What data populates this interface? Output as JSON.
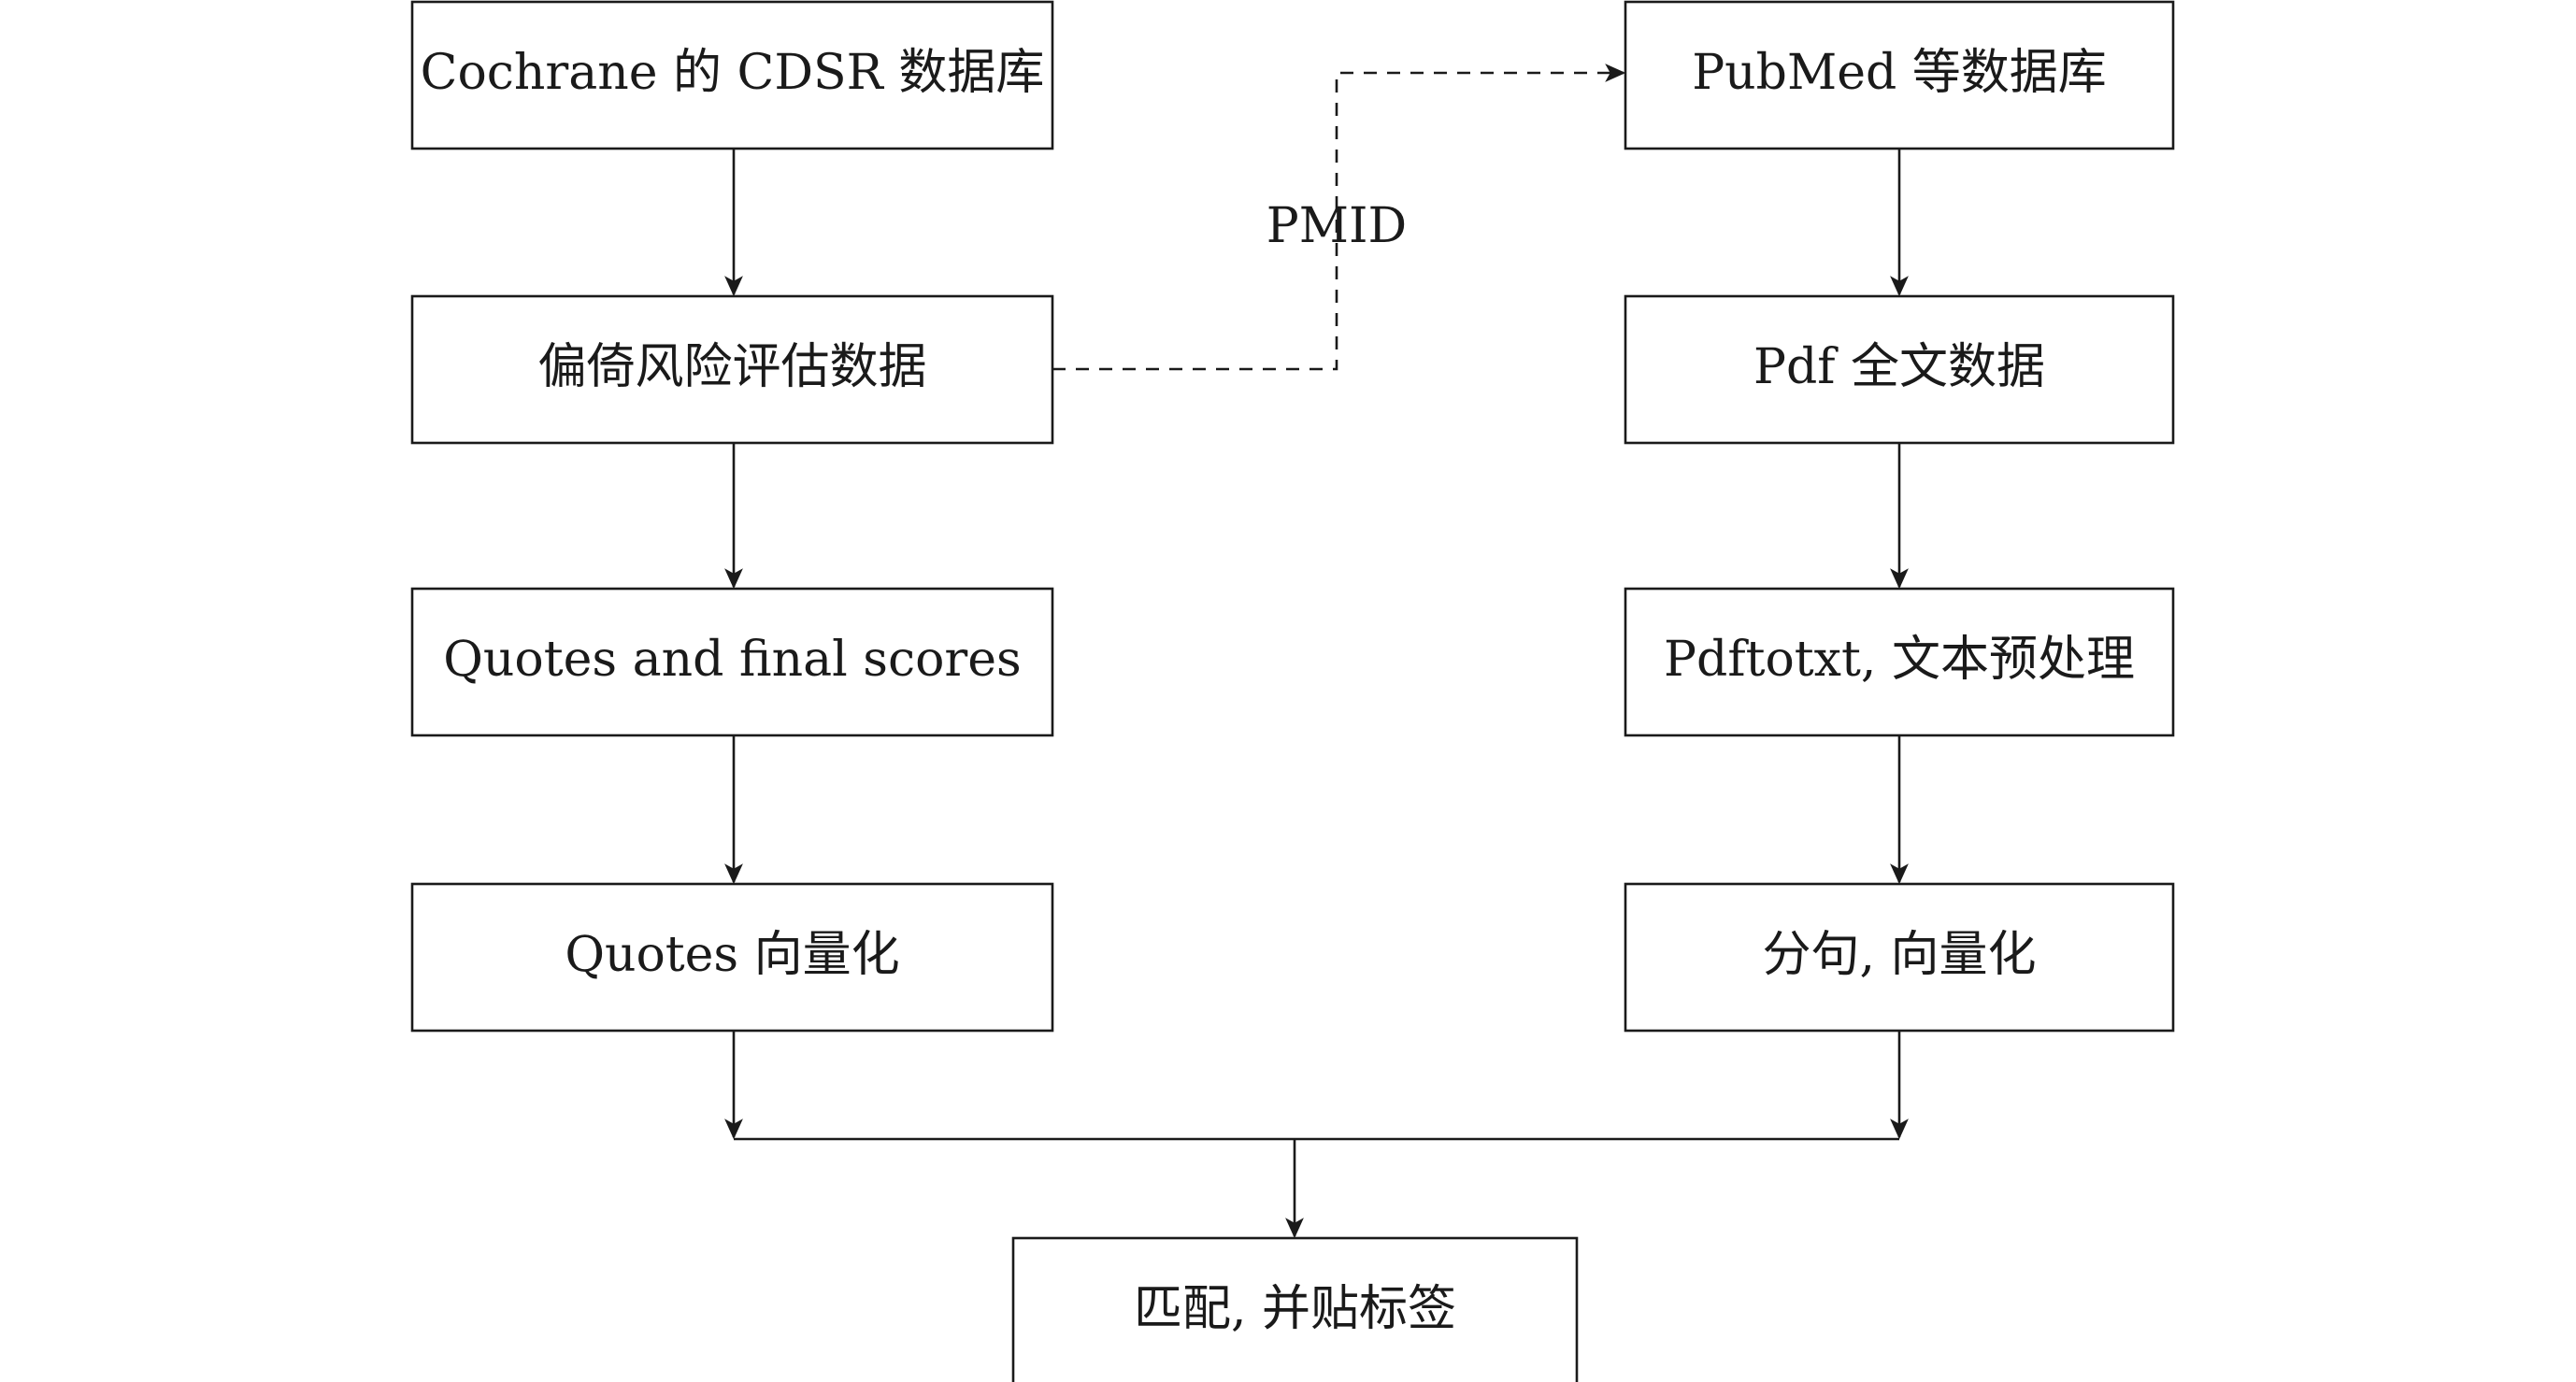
{
  "nodes": {
    "cdsr": "Cochrane 的 CDSR 数据库",
    "bias": "偏倚风险评估数据",
    "quotes_scores": "Quotes and final scores",
    "quotes_vec": "Quotes 向量化",
    "pubmed": "PubMed 等数据库",
    "pdf_full": "Pdf 全文数据",
    "pdftotxt": "Pdftotxt, 文本预处理",
    "sentences": "分句, 向量化",
    "match": "匹配, 并贴标签"
  },
  "edge_labels": {
    "pmid": "PMID"
  },
  "colors": {
    "line": "#1a1a1a",
    "box_fill": "#ffffff",
    "box_stroke": "#1a1a1a"
  }
}
